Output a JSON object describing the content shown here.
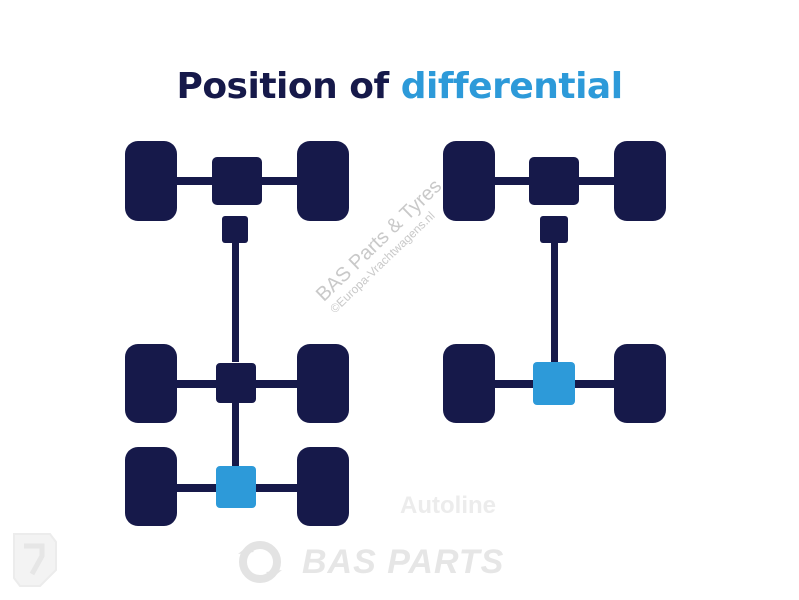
{
  "title": {
    "part1": "Position of",
    "part2": "differential"
  },
  "colors": {
    "navy": "#16194a",
    "accent_blue": "#2d9ad9",
    "watermark": "#cfcfcf"
  },
  "diagrams": [
    {
      "name": "three-axle-drivetrain",
      "axles": 3,
      "highlighted_differential": "rear axle"
    },
    {
      "name": "two-axle-drivetrain",
      "axles": 2,
      "highlighted_differential": "rear axle"
    }
  ],
  "watermarks": {
    "diagonal_line1": "BAS Parts & Tyres",
    "diagonal_line2": "©Europa-Vrachtwagens.nl",
    "autoline": "Autoline",
    "bas_parts": "BAS PARTS"
  }
}
